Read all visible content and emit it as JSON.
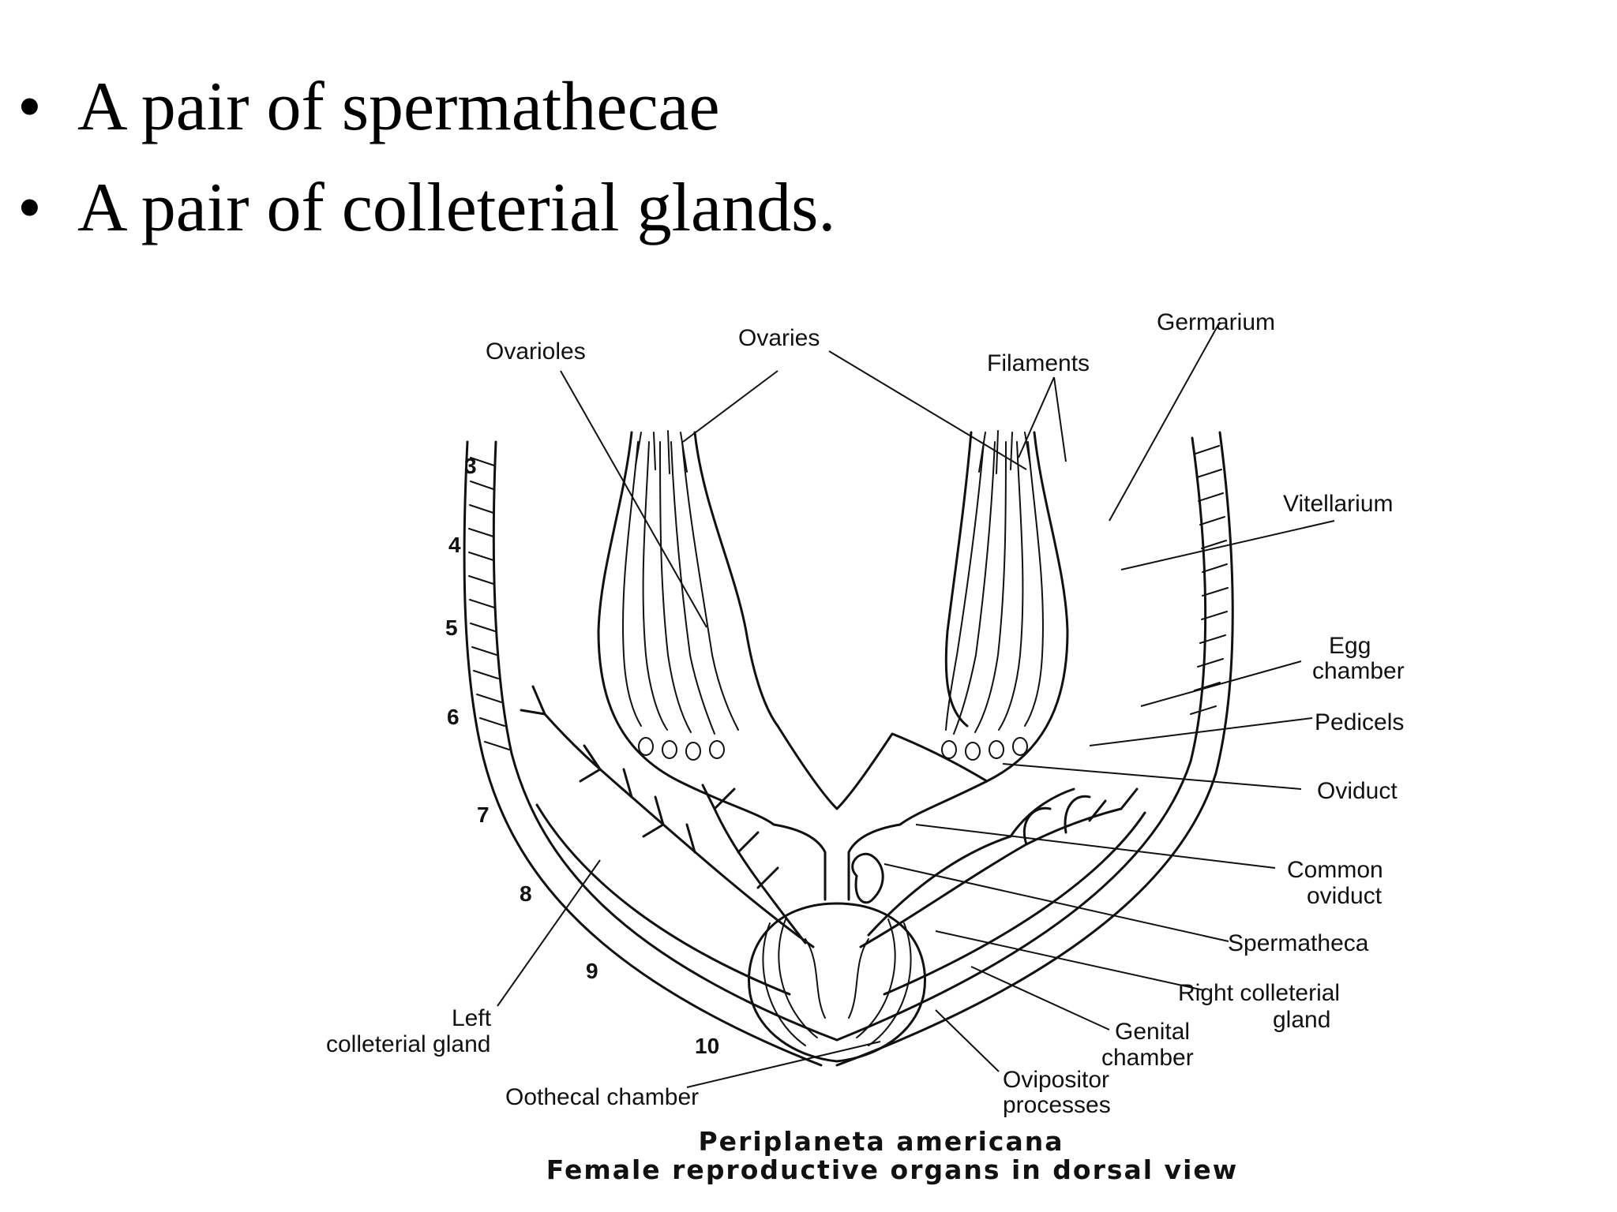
{
  "bullets": [
    {
      "symbol": "•",
      "text": "A pair of spermathecae"
    },
    {
      "symbol": "•",
      "text": "A pair of colleterial glands."
    }
  ],
  "diagram": {
    "labels": {
      "ovarioles": "Ovarioles",
      "ovaries": "Ovaries",
      "germarium": "Germarium",
      "filaments": "Filaments",
      "vitellarium": "Vitellarium",
      "egg_1": "Egg",
      "egg_2": "chamber",
      "pedicels": "Pedicels",
      "oviduct": "Oviduct",
      "common_1": "Common",
      "common_2": "oviduct",
      "spermatheca": "Spermatheca",
      "right_gland_1": "Right colleterial",
      "right_gland_2": "gland",
      "genital_1": "Genital",
      "genital_2": "chamber",
      "ovipositor_1": "Ovipositor",
      "ovipositor_2": "processes",
      "oothecal": "Oothecal chamber",
      "left_gland_1": "Left",
      "left_gland_2": "colleterial gland"
    },
    "segments": [
      "3",
      "4",
      "5",
      "6",
      "7",
      "8",
      "9",
      "10"
    ],
    "caption": {
      "line1": "Periplaneta americana",
      "line2": "Female reproductive organs in dorsal view"
    }
  }
}
